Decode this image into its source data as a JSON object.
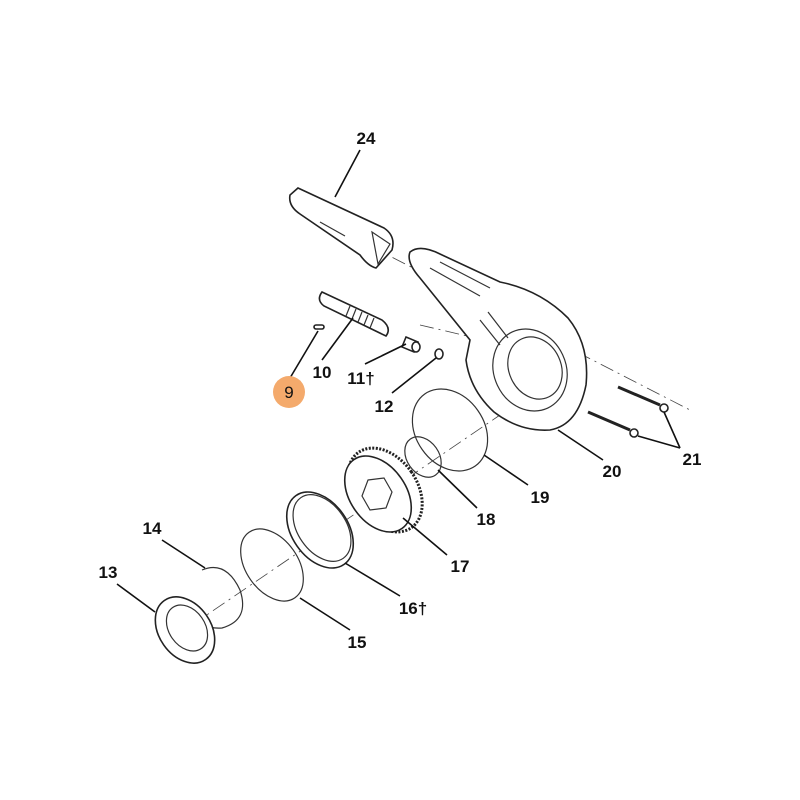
{
  "diagram": {
    "highlight_color": "#f4aa6c",
    "highlighted_part": "9",
    "labels": {
      "p24": "24",
      "p9": "9",
      "p10": "10",
      "p11": "11†",
      "p12": "12",
      "p13": "13",
      "p14": "14",
      "p15": "15",
      "p16": "16†",
      "p17": "17",
      "p18": "18",
      "p19": "19",
      "p20": "20",
      "p21": "21"
    }
  }
}
